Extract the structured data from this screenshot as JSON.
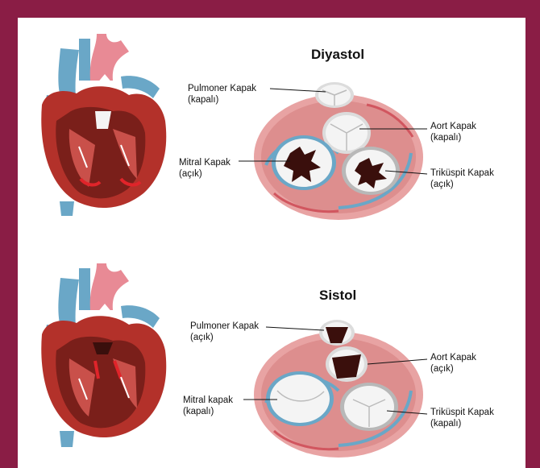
{
  "colors": {
    "frame": "#8a1d45",
    "panel": "#ffffff",
    "heart_muscle": "#b3312a",
    "heart_dark": "#7a1f1a",
    "vein_blue": "#6aa7c7",
    "artery_pink": "#e88a95",
    "ring_pink": "#e8a3a3",
    "valve_white": "#f4f4f4",
    "valve_dark": "#3a0f0c"
  },
  "diastole": {
    "title": "Diyastol",
    "labels": {
      "pulmonary": [
        "Pulmoner Kapak",
        "(kapalı)"
      ],
      "aortic": [
        "Aort Kapak",
        "(kapalı)"
      ],
      "mitral": [
        "Mitral Kapak",
        "(açık)"
      ],
      "tricuspid": [
        "Triküspit Kapak",
        "(açık)"
      ]
    }
  },
  "systole": {
    "title": "Sistol",
    "labels": {
      "pulmonary": [
        "Pulmoner Kapak",
        "(açık)"
      ],
      "aortic": [
        "Aort Kapak",
        "(açık)"
      ],
      "mitral": [
        "Mitral kapak",
        "(kapalı)"
      ],
      "tricuspid": [
        "Triküspit Kapak",
        "(kapalı)"
      ]
    }
  }
}
